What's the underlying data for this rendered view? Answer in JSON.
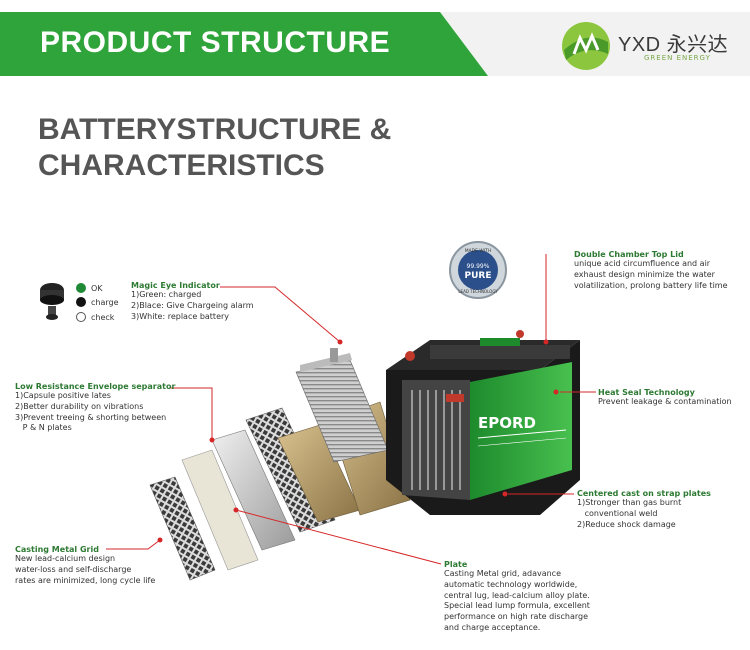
{
  "header": {
    "banner_title": "PRODUCT STRUCTURE",
    "logo_name": "YXD 永兴达",
    "logo_sub": "GREEN ENERGY",
    "colors": {
      "banner": "#2fa43a",
      "accent": "#2d7a33"
    }
  },
  "section_title": {
    "line1": "BATTERYSTRUCTURE &",
    "line2": "CHARACTERISTICS"
  },
  "badge": {
    "top_text": "MADE WITH",
    "percent": "99.99%",
    "word": "PURE",
    "bottom_text": "LEAD TECHNOLOGY"
  },
  "battery_brand": "EPORD",
  "magic_eye_legend": [
    {
      "label": "OK",
      "color": "#1f8a35"
    },
    {
      "label": "charge",
      "color": "#111111"
    },
    {
      "label": "check",
      "color": "#ffffff"
    }
  ],
  "callouts": {
    "magic_eye": {
      "title": "Magic Eye Indicator",
      "lines": [
        "1)Green: charged",
        "2)Blace: Give Chargeing alarm",
        "3)White: replace battery"
      ]
    },
    "double_chamber": {
      "title": "Double Chamber Top Lid",
      "lines": [
        "unique acid circumfluence and air",
        "exhaust design minimize the water",
        "volatilization, prolong battery life time"
      ]
    },
    "separator": {
      "title": "Low Resistance Envelope separator",
      "lines": [
        "1)Capsule positive lates",
        "2)Better durability on vibrations",
        "3)Prevent treeing & shorting between",
        "   P & N plates"
      ]
    },
    "heat_seal": {
      "title": "Heat Seal Technology",
      "lines": [
        "Prevent leakage & contamination"
      ]
    },
    "cast_on_strap": {
      "title": "Centered cast on strap plates",
      "lines": [
        "1)Stronger than gas burnt",
        "   conventional weld",
        "2)Reduce shock damage"
      ]
    },
    "casting_grid": {
      "title": "Casting Metal Grid",
      "lines": [
        "New lead-calcium design",
        "water-loss and self-discharge",
        "rates are minimized, long cycle life"
      ]
    },
    "plate": {
      "title": "Plate",
      "lines": [
        "Casting Metal grid, adavance",
        "automatic technology worldwide,",
        "central lug, lead-calcium alloy plate.",
        "Special lead lump formula, excellent",
        "performance on high rate discharge",
        "and charge acceptance."
      ]
    }
  }
}
